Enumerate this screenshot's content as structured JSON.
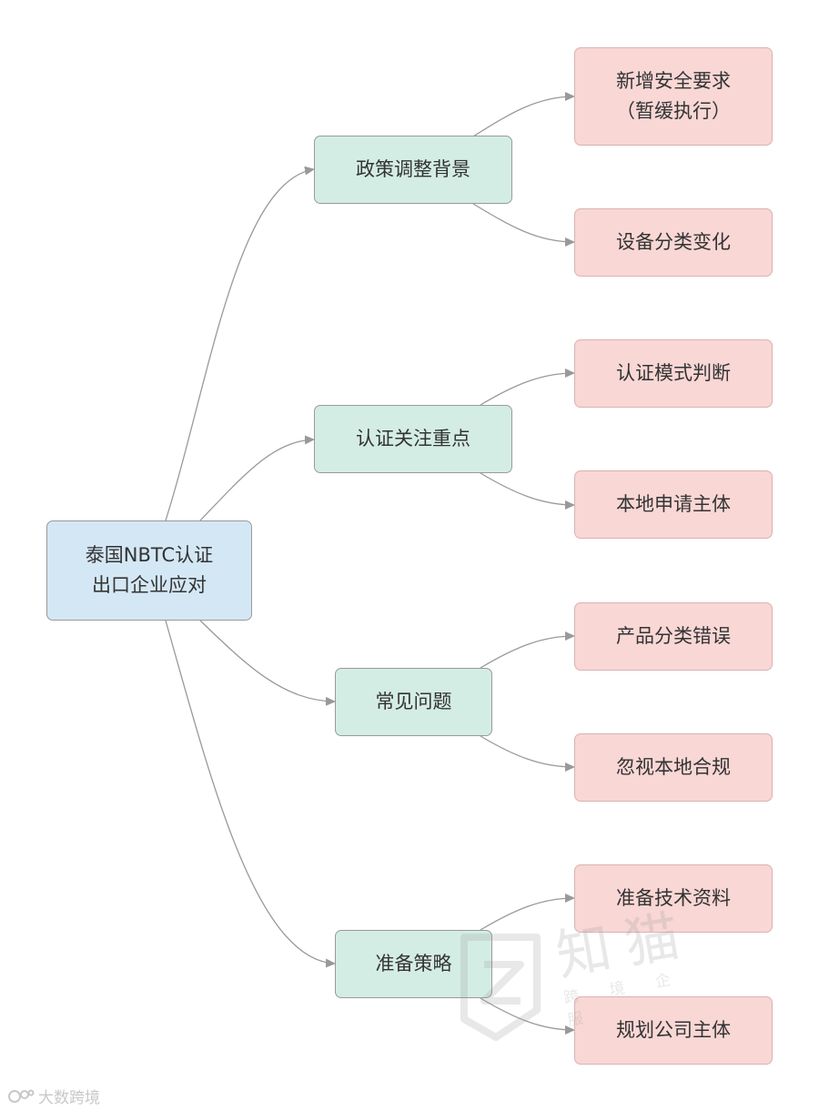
{
  "root": {
    "line1": "泰国NBTC认证",
    "line2": "出口企业应对"
  },
  "branches": [
    {
      "label": "政策调整背景",
      "children": [
        {
          "line1": "新增安全要求",
          "line2": "（暂缓执行）"
        },
        {
          "line1": "设备分类变化"
        }
      ]
    },
    {
      "label": "认证关注重点",
      "children": [
        {
          "line1": "认证模式判断"
        },
        {
          "line1": "本地申请主体"
        }
      ]
    },
    {
      "label": "常见问题",
      "children": [
        {
          "line1": "产品分类错误"
        },
        {
          "line1": "忽视本地合规"
        }
      ]
    },
    {
      "label": "准备策略",
      "children": [
        {
          "line1": "准备技术资料"
        },
        {
          "line1": "规划公司主体"
        }
      ]
    }
  ],
  "watermark": {
    "main": "知猫",
    "sub": "跨境企服"
  },
  "footer": {
    "brand": "大数跨境"
  },
  "colors": {
    "root_fill": "#d4e7f5",
    "branch_fill": "#d4ede4",
    "leaf_fill": "#f8d7d5",
    "edge": "#999999"
  }
}
